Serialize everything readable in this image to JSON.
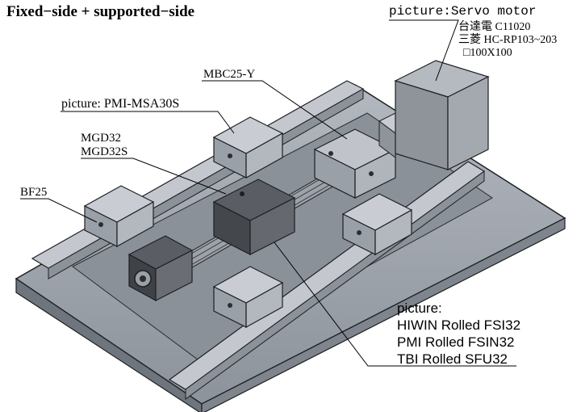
{
  "title": "Fixed−side + supported−side",
  "labels": {
    "servo": "picture:Servo motor",
    "servo_1": "台達電 C11020",
    "servo_2": "三菱 HC-RP103~203",
    "servo_3": "□100X100",
    "mbc": "MBC25-Y",
    "pmi_msa": "picture: PMI-MSA30S",
    "mgd32": "MGD32",
    "mgd32s": "MGD32S",
    "bf25": "BF25",
    "screw_title": "picture:",
    "screw_1": "HIWIN Rolled FSI32",
    "screw_2": "PMI Rolled FSIN32",
    "screw_3": "TBI Rolled SFU32"
  },
  "colors": {
    "base": "#9aa0a8",
    "base_side": "#7d838c",
    "rail": "#b8bdc4",
    "block": "#a7acb3",
    "dark": "#3c3f44",
    "motor": "#8f949b"
  }
}
